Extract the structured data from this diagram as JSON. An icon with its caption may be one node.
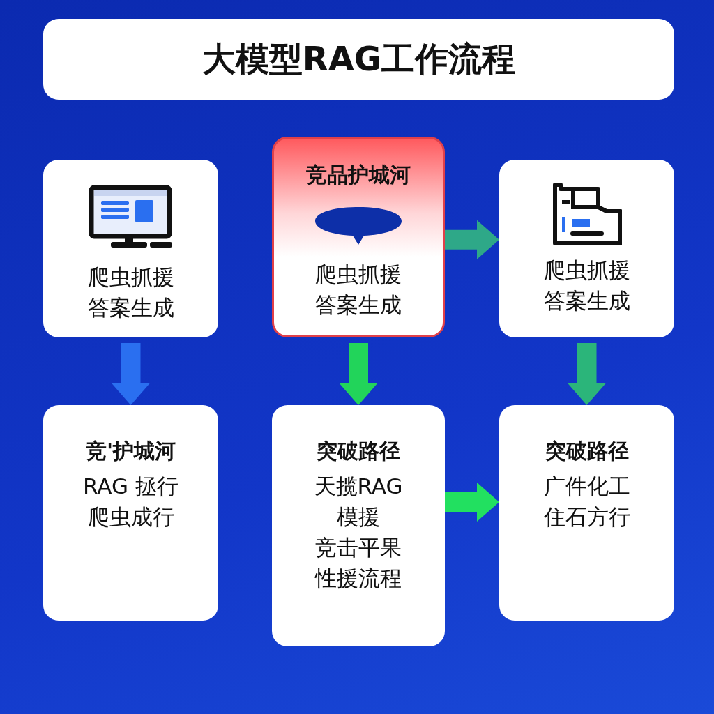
{
  "diagram": {
    "title": "大模型RAG工作流程",
    "nodes": [
      {
        "text": [
          "爬虫抓援",
          "答案生成"
        ]
      },
      {
        "text": [
          "竞品护城河",
          "爬虫抓援",
          "答案生成"
        ]
      },
      {
        "text": [
          "爬虫抓援",
          "答案生成"
        ]
      },
      {
        "text": [
          "竞'护城河",
          "RAG 拯行",
          "爬虫成行"
        ]
      },
      {
        "text": [
          "突破路径",
          "天揽RAG",
          "模援",
          "竞击平果",
          "性援流程"
        ]
      },
      {
        "text": [
          "突破路径",
          "广件化工",
          "住石方行"
        ]
      }
    ],
    "edges": [
      {
        "from": 0,
        "to": 3,
        "arrow": "to",
        "color": "#2a6ff0"
      },
      {
        "from": 1,
        "to": 4,
        "arrow": "to",
        "color": "#22d45a"
      },
      {
        "from": 2,
        "to": 5,
        "arrow": "to",
        "color": "#2bb57a"
      },
      {
        "from": 1,
        "to": 2,
        "arrow": "to",
        "color": "#2ea888"
      },
      {
        "from": 4,
        "to": 5,
        "arrow": "to",
        "color": "#22e060"
      }
    ]
  }
}
